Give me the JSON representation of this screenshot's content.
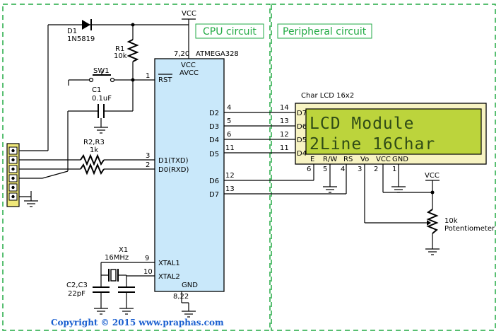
{
  "sections": {
    "cpu_title": "CPU circuit",
    "peripheral_title": "Peripheral circuit"
  },
  "mcu": {
    "part": "ATMEGA328",
    "pins_top": "7,20",
    "pins_bottom": "8,22",
    "vcc_label": "VCC",
    "avcc_label": "AVCC",
    "rst_label": "RST",
    "d1_label": "D1(TXD)",
    "d0_label": "D0(RXD)",
    "xtal1_label": "XTAL1",
    "xtal2_label": "XTAL2",
    "gnd_label": "GND",
    "d2": "D2",
    "d3": "D3",
    "d4": "D4",
    "d5": "D5",
    "d6": "D6",
    "d7": "D7",
    "pin_rst": "1",
    "pin_d1": "3",
    "pin_d0": "2",
    "pin_xtal1": "9",
    "pin_xtal2": "10",
    "pin_d2": "4",
    "pin_d3": "5",
    "pin_d4": "6",
    "pin_d5": "11",
    "pin_d6": "12",
    "pin_d7": "13"
  },
  "components": {
    "vcc_top": "VCC",
    "d1_ref": "D1",
    "d1_part": "1N5819",
    "r1_ref": "R1",
    "r1_value": "10k",
    "sw1_ref": "SW1",
    "c1_ref": "C1",
    "c1_value": "0.1uF",
    "r23_ref": "R2,R3",
    "r23_value": "1k",
    "x1_ref": "X1",
    "x1_value": "16MHz",
    "c23_ref": "C2,C3",
    "c23_value": "22pF",
    "pot_value": "10k",
    "pot_label": "Potentiometer",
    "vcc_pot": "VCC"
  },
  "lcd": {
    "title": "Char LCD 16x2",
    "line1": "LCD Module",
    "line2": "2Line 16Char",
    "d7": "D7",
    "d6": "D6",
    "d5": "D5",
    "d4": "D4",
    "pin_d7": "14",
    "pin_d6": "13",
    "pin_d5": "12",
    "pin_d4": "11",
    "e": "E",
    "rw": "R/W",
    "rs": "RS",
    "vo": "Vo",
    "vcc": "VCC",
    "gnd": "GND",
    "pin_e": "6",
    "pin_rw": "5",
    "pin_rs": "4",
    "pin_vo": "3",
    "pin_vcc": "2",
    "pin_gnd": "1"
  },
  "footer": {
    "copyright": "Copyright © 2015 www.praphas.com"
  },
  "colors": {
    "mcu_fill": "#c9e8fa",
    "lcd_frame": "#f7f3c2",
    "lcd_screen": "#bcd43c",
    "section_border": "#22aa44",
    "header_fill": "#f0e87a",
    "copyright": "#1a5fd0"
  }
}
